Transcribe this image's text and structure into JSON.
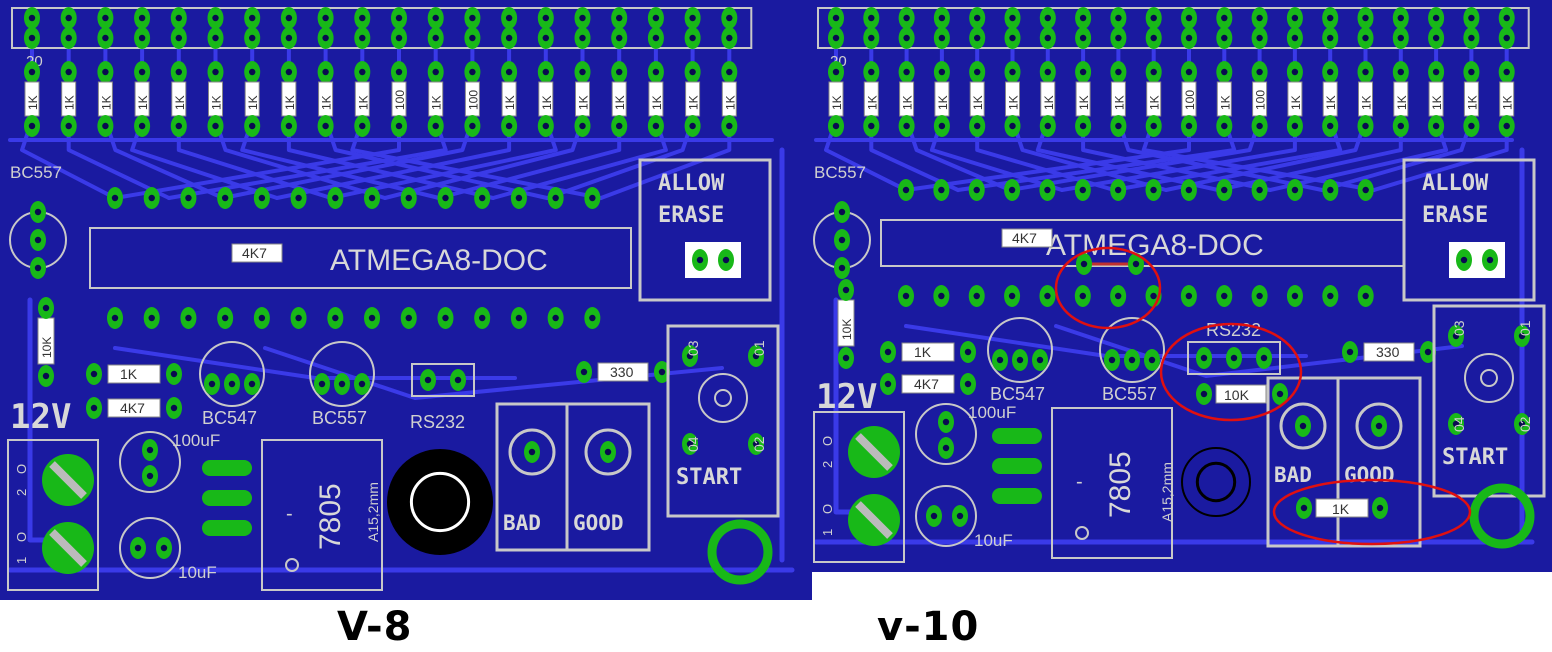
{
  "boards": [
    {
      "id": "v8",
      "caption": "V-8",
      "header_pin_label": "20",
      "resistor_values": [
        "1K",
        "1K",
        "1K",
        "1K",
        "1K",
        "1K",
        "1K",
        "1K",
        "1K",
        "1K",
        "100",
        "1K",
        "100",
        "1K",
        "1K",
        "1K",
        "1K",
        "1K",
        "1K",
        "1K"
      ],
      "labels": {
        "transistor_top": "BC557",
        "allow": "ALLOW",
        "erase": "ERASE",
        "chip": "ATMEGA8-DOC",
        "r_chip": "4K7",
        "r_side": "10K",
        "r_1k": "1K",
        "r_4k7": "4K7",
        "power": "12V",
        "t1": "BC547",
        "t2": "BC557",
        "rs232": "RS232",
        "cap_top": "100uF",
        "cap_bottom": "10uF",
        "regulator": "7805",
        "regulator_pin": "-",
        "hole": "A15,2mm",
        "r_330": "330",
        "bad": "BAD",
        "good": "GOOD",
        "start": "START",
        "sw_03": "03",
        "sw_01": "01",
        "sw_04": "04",
        "sw_02": "02",
        "term_2": "2",
        "term_1": "1",
        "term_o1": "O",
        "term_o2": "O"
      }
    },
    {
      "id": "v10",
      "caption": "v-10",
      "header_pin_label": "20",
      "resistor_values": [
        "1K",
        "1K",
        "1K",
        "1K",
        "1K",
        "1K",
        "1K",
        "1K",
        "1K",
        "1K",
        "100",
        "1K",
        "100",
        "1K",
        "1K",
        "1K",
        "1K",
        "1K",
        "1K",
        "1K"
      ],
      "labels": {
        "transistor_top": "BC557",
        "allow": "ALLOW",
        "erase": "ERASE",
        "chip": "ATMEGA8-DOC",
        "r_chip": "4K7",
        "r_side": "10K",
        "r_1k": "1K",
        "r_4k7": "4K7",
        "power": "12V",
        "t1": "BC547",
        "t2": "BC557",
        "rs232": "RS232",
        "r_10k": "10K",
        "r_1k_new": "1K",
        "cap_top": "100uF",
        "cap_bottom": "10uF",
        "regulator": "7805",
        "regulator_pin": "-",
        "hole": "A15,2mm",
        "r_330": "330",
        "bad": "BAD",
        "good": "GOOD",
        "start": "START",
        "sw_03": "03",
        "sw_01": "01",
        "sw_04": "04",
        "sw_02": "02",
        "term_2": "2",
        "term_1": "1",
        "term_o1": "O",
        "term_o2": "O"
      }
    }
  ],
  "colors": {
    "board": "#1a1aa0",
    "trace": "#3a3ae8",
    "pad": "#18b818",
    "silk": "#c8c8c8",
    "annotation": "#e01010"
  }
}
